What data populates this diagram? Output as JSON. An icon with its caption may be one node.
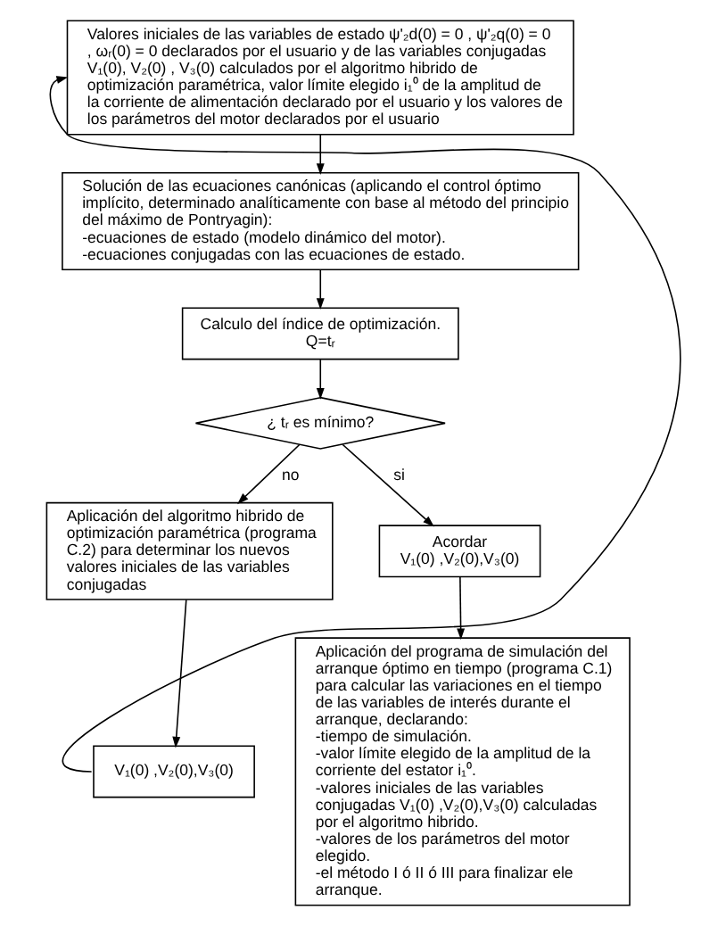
{
  "diagram": {
    "nodes": [
      {
        "text": [
          "Valores iniciales de las variables de estado ψ'₂d(0) = 0 , ψ'₂q(0) = 0 , ωᵣ(0) = 0 declarados por el usuario y de las variables conjugadas V₁(0), V₂(0) , V₃(0) calculados por el algoritmo hibrido de optimización paramétrica, valor límite elegido i₁⁰ de la amplitud de la corriente de alimentación declarado por el usuario y los valores de los parámetros del motor declarados por el usuario"
        ]
      },
      {
        "text": [
          "Solución de las ecuaciones canónicas (aplicando el control óptimo implícito, determinado analíticamente con base al método del principio del máximo de Pontryagin):",
          "-ecuaciones de estado (modelo dinámico del motor).",
          "-ecuaciones conjugadas con las ecuaciones de estado."
        ]
      },
      {
        "text": [
          "Calculo del índice de optimización.",
          "Q=tᵣ"
        ]
      },
      {
        "text": [
          "¿ tᵣ es mínimo?"
        ]
      },
      {
        "text": [
          "Aplicación del algoritmo hibrido de optimización paramétrica (programa C.2) para determinar los nuevos valores iniciales de las variables conjugadas"
        ]
      },
      {
        "text": [
          "Acordar",
          "V₁(0) ,V₂(0),V₃(0)"
        ]
      },
      {
        "text": [
          "V₁(0) ,V₂(0),V₃(0)"
        ]
      },
      {
        "text": [
          "Aplicación del programa de simulación del arranque óptimo en tiempo (programa C.1) para calcular las variaciones en el tiempo de las variables de interés durante el arranque, declarando:",
          "-tiempo de simulación.",
          "-valor límite elegido de la amplitud de la corriente del estator i₁⁰.",
          "-valores iniciales de las variables conjugadas V₁(0) ,V₂(0),V₃(0) calculadas por el algoritmo hibrido.",
          "-valores de los parámetros del motor elegido.",
          "-el método I ó II ó III para finalizar ele arranque."
        ]
      }
    ],
    "edges": [
      {
        "from": 0,
        "to": 1,
        "arrow": "to"
      },
      {
        "from": 1,
        "to": 2,
        "arrow": "to"
      },
      {
        "from": 2,
        "to": 3,
        "arrow": "to"
      },
      {
        "from": 3,
        "to": 4,
        "label": "no",
        "arrow": "to"
      },
      {
        "from": 3,
        "to": 5,
        "label": "si",
        "arrow": "to"
      },
      {
        "from": 4,
        "to": 6,
        "arrow": "to"
      },
      {
        "from": 5,
        "to": 7,
        "arrow": "to"
      },
      {
        "from": 6,
        "to": 0,
        "arrow": "to"
      }
    ]
  }
}
